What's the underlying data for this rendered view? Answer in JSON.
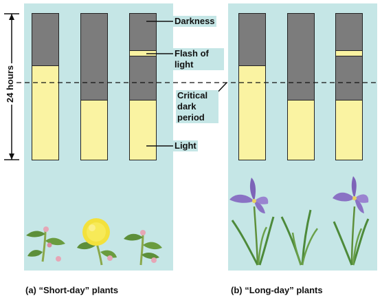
{
  "axis": {
    "time_label": "24 hours"
  },
  "labels": {
    "darkness": "Darkness",
    "flash_line1": "Flash of",
    "flash_line2": "light",
    "critical_line1": "Critical",
    "critical_line2": "dark",
    "critical_line3": "period",
    "light": "Light"
  },
  "captions": {
    "short_day": "(a) “Short-day” plants",
    "long_day": "(b) “Long-day” plants"
  },
  "colors": {
    "panel": "#c5e6e6",
    "darkness": "#7c7c7c",
    "light": "#faf3a2"
  }
}
